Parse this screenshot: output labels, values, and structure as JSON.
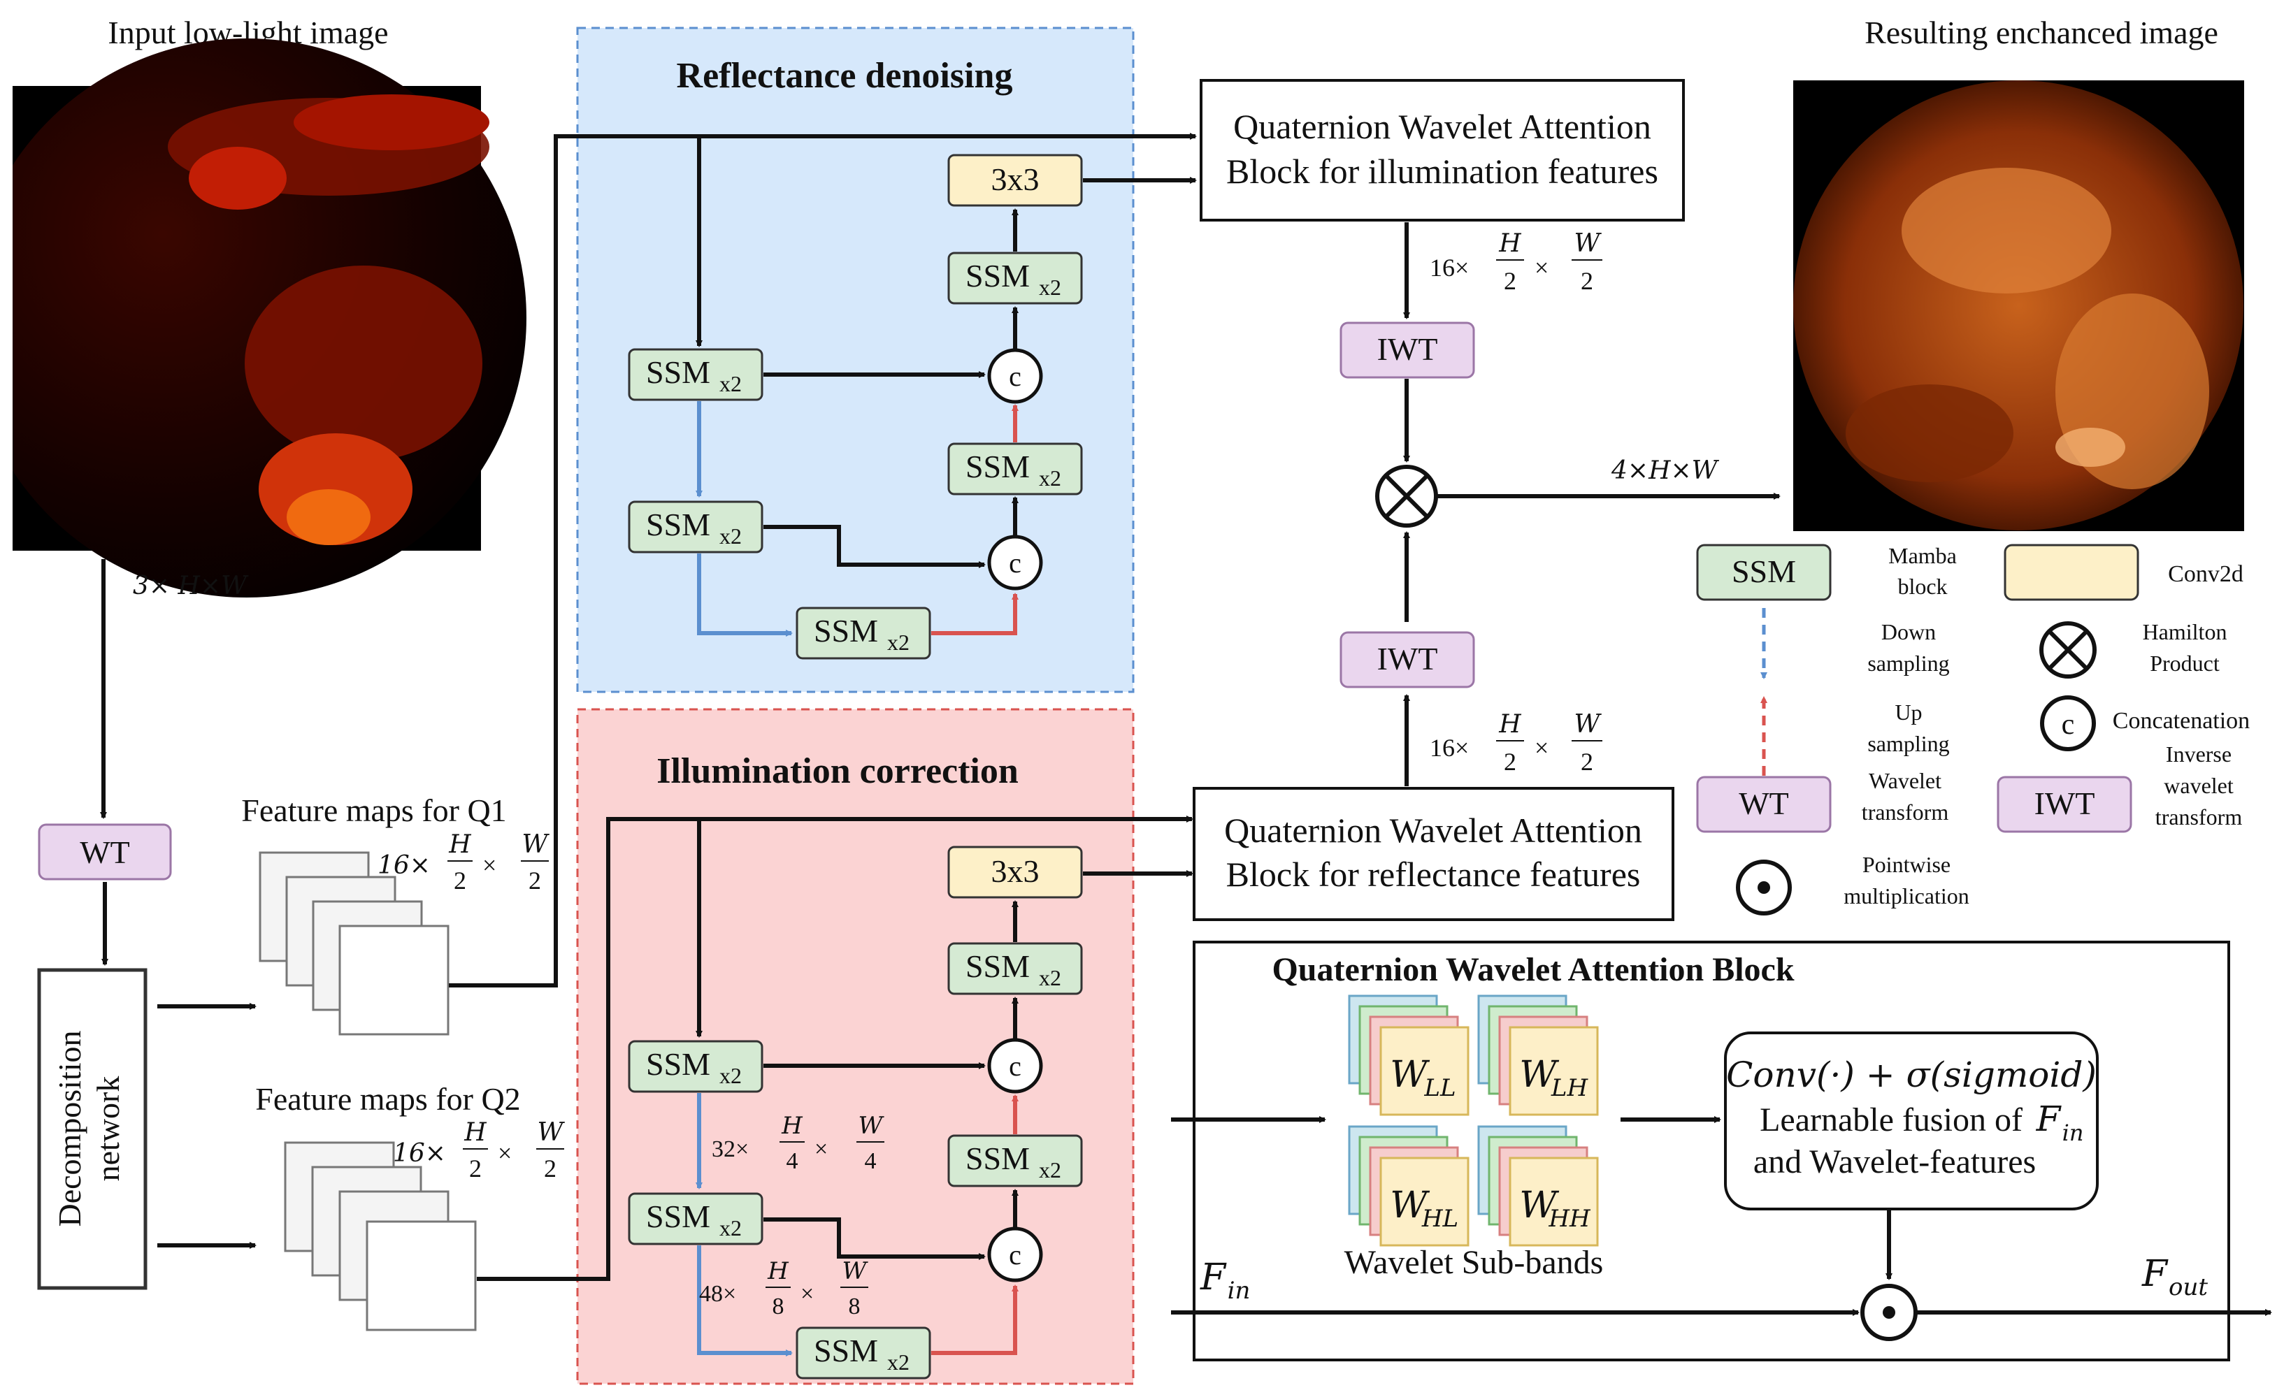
{
  "input": {
    "title": "Input low-light image",
    "dim": "3× H×W"
  },
  "output": {
    "title": "Resulting enchanced image",
    "dim": "4×H×W"
  },
  "wt_label": "WT",
  "decomposition_label": [
    "Decomposition",
    "network"
  ],
  "feature_q1": {
    "title": "Feature maps for Q1",
    "c": "16×",
    "num": "H",
    "den": "2",
    "num2": "W",
    "den2": "2"
  },
  "feature_q2": {
    "title": "Feature maps for Q2",
    "c": "16×",
    "num": "H",
    "den": "2",
    "num2": "W",
    "den2": "2"
  },
  "reflectance": {
    "title": "Reflectance denoising",
    "ssm": "SSM",
    "ssm_sub": "x2",
    "conv": "3x3",
    "concat": "c"
  },
  "illumination": {
    "title": "Illumination correction",
    "ssm": "SSM",
    "ssm_sub": "x2",
    "conv": "3x3",
    "concat": "c",
    "dim1": {
      "c": "32×",
      "num": "H",
      "den": "4",
      "num2": "W",
      "den2": "4"
    },
    "dim2": {
      "c": "48×",
      "num": "H",
      "den": "8",
      "num2": "W",
      "den2": "8"
    }
  },
  "qwab_illum": [
    "Quaternion Wavelet Attention",
    "Block for illumination features"
  ],
  "qwab_refl": [
    "Quaternion Wavelet Attention",
    "Block for reflectance features"
  ],
  "iwt_label": "IWT",
  "dim_top": {
    "c": "16×",
    "num": "H",
    "den": "2",
    "num2": "W",
    "den2": "2"
  },
  "dim_bottom": {
    "c": "16×",
    "num": "H",
    "den": "2",
    "num2": "W",
    "den2": "2"
  },
  "legend": {
    "ssm": "SSM",
    "ssm_desc": [
      "Mamba",
      "block"
    ],
    "conv_desc": "Conv2d",
    "down": [
      "Down",
      "sampling"
    ],
    "hamilton": [
      "Hamilton",
      "Product"
    ],
    "up": [
      "Up",
      "sampling"
    ],
    "concat_sym": "c",
    "concat_desc": "Concatenation",
    "wt": "WT",
    "wt_desc": [
      "Wavelet",
      "transform"
    ],
    "iwt": "IWT",
    "iwt_desc": [
      "Inverse",
      "wavelet",
      "transform"
    ],
    "pointwise": [
      "Pointwise",
      "multiplication"
    ]
  },
  "qwab_detail": {
    "title": "Quaternion Wavelet Attention Block",
    "bands": [
      {
        "name": "W",
        "sub": "LL"
      },
      {
        "name": "W",
        "sub": "LH"
      },
      {
        "name": "W",
        "sub": "HL"
      },
      {
        "name": "W",
        "sub": "HH"
      }
    ],
    "subbands_label": "Wavelet Sub-bands",
    "fusion": [
      "Conv(·) + σ(sigmoid)",
      "Learnable fusion of",
      "and Wavelet-features"
    ],
    "fusion_var": "F",
    "fusion_var_sub": "in",
    "fin": "F",
    "fin_sub": "in",
    "fout": "F",
    "fout_sub": "out"
  },
  "colors": {
    "blue_panel": "#d6e8fb",
    "red_panel": "#fbd3d3",
    "ssm_fill": "#d5ead3",
    "conv_fill": "#fdf0c8",
    "wt_fill": "#ead6ee",
    "blue_arrow": "#5b8fcf",
    "red_arrow": "#d9534f"
  }
}
